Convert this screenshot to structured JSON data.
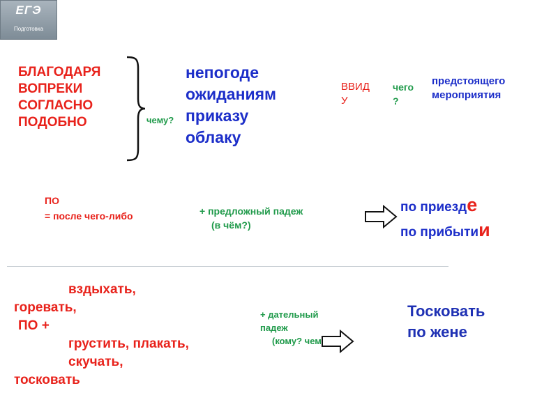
{
  "logo": {
    "main": "ЕГЭ",
    "sub": "Подготовка"
  },
  "prepositions": [
    "БЛАГОДАРЯ",
    "ВОПРЕКИ",
    "СОГЛАСНО",
    "ПОДОБНО"
  ],
  "question_chemu": "чему?",
  "nouns": [
    "непогоде",
    "ожиданиям",
    "приказу",
    "облаку"
  ],
  "vvidu": {
    "line1": "ВВИД",
    "line2": "У"
  },
  "chego": {
    "line1": "чего",
    "line2": "?"
  },
  "predstoyashchego": {
    "line1": "предстоящего",
    "line2": "мероприятия"
  },
  "po_section": {
    "label": "ПО",
    "meaning": "= после чего-либо",
    "case_line1": "+ предложный падеж",
    "case_line2": "(в чём?)",
    "ex1_base": "по приезд",
    "ex1_end": "е",
    "ex2_base": "по прибыти",
    "ex2_end": "и"
  },
  "verbs_section": {
    "line1": "вздыхать,",
    "line2": "горевать,",
    "line3": "ПО +",
    "line4": "грустить, плакать,",
    "line5": "скучать,",
    "line6": "тосковать",
    "case_line1": "+ дательный",
    "case_line2": "падеж",
    "case_line3": "(кому? чему?)",
    "example_line1": "Тосковать",
    "example_line2": "по жене"
  },
  "colors": {
    "red": "#e8221b",
    "blue": "#1c2ec9",
    "green": "#1f9a4a"
  }
}
